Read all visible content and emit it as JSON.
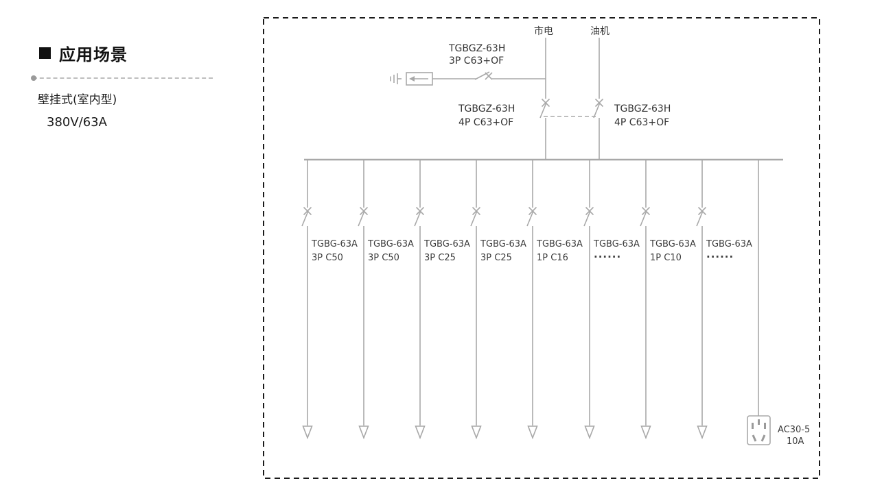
{
  "sidebar": {
    "heading": "应用场景",
    "subtitle": "壁挂式(室内型)",
    "rating": "380V/63A"
  },
  "diagram": {
    "source_mains": "市电",
    "source_generator": "油机",
    "spd_breaker": {
      "model": "TGBGZ-63H",
      "spec": "3P C63+OF"
    },
    "main_breaker_left": {
      "model": "TGBGZ-63H",
      "spec": "4P C63+OF"
    },
    "main_breaker_right": {
      "model": "TGBGZ-63H",
      "spec": "4P C63+OF"
    },
    "branches": [
      {
        "model": "TGBG-63A",
        "spec": "3P C50"
      },
      {
        "model": "TGBG-63A",
        "spec": "3P C50"
      },
      {
        "model": "TGBG-63A",
        "spec": "3P C25"
      },
      {
        "model": "TGBG-63A",
        "spec": "3P C25"
      },
      {
        "model": "TGBG-63A",
        "spec": "1P C16"
      },
      {
        "model": "TGBG-63A",
        "spec": "······"
      },
      {
        "model": "TGBG-63A",
        "spec": "1P C10"
      },
      {
        "model": "TGBG-63A",
        "spec": "······"
      }
    ],
    "socket": {
      "model": "AC30-5",
      "spec": "10A"
    },
    "colors": {
      "line": "#a8a8a8",
      "text": "#3c3c3c",
      "border": "#1a1a1a"
    }
  }
}
